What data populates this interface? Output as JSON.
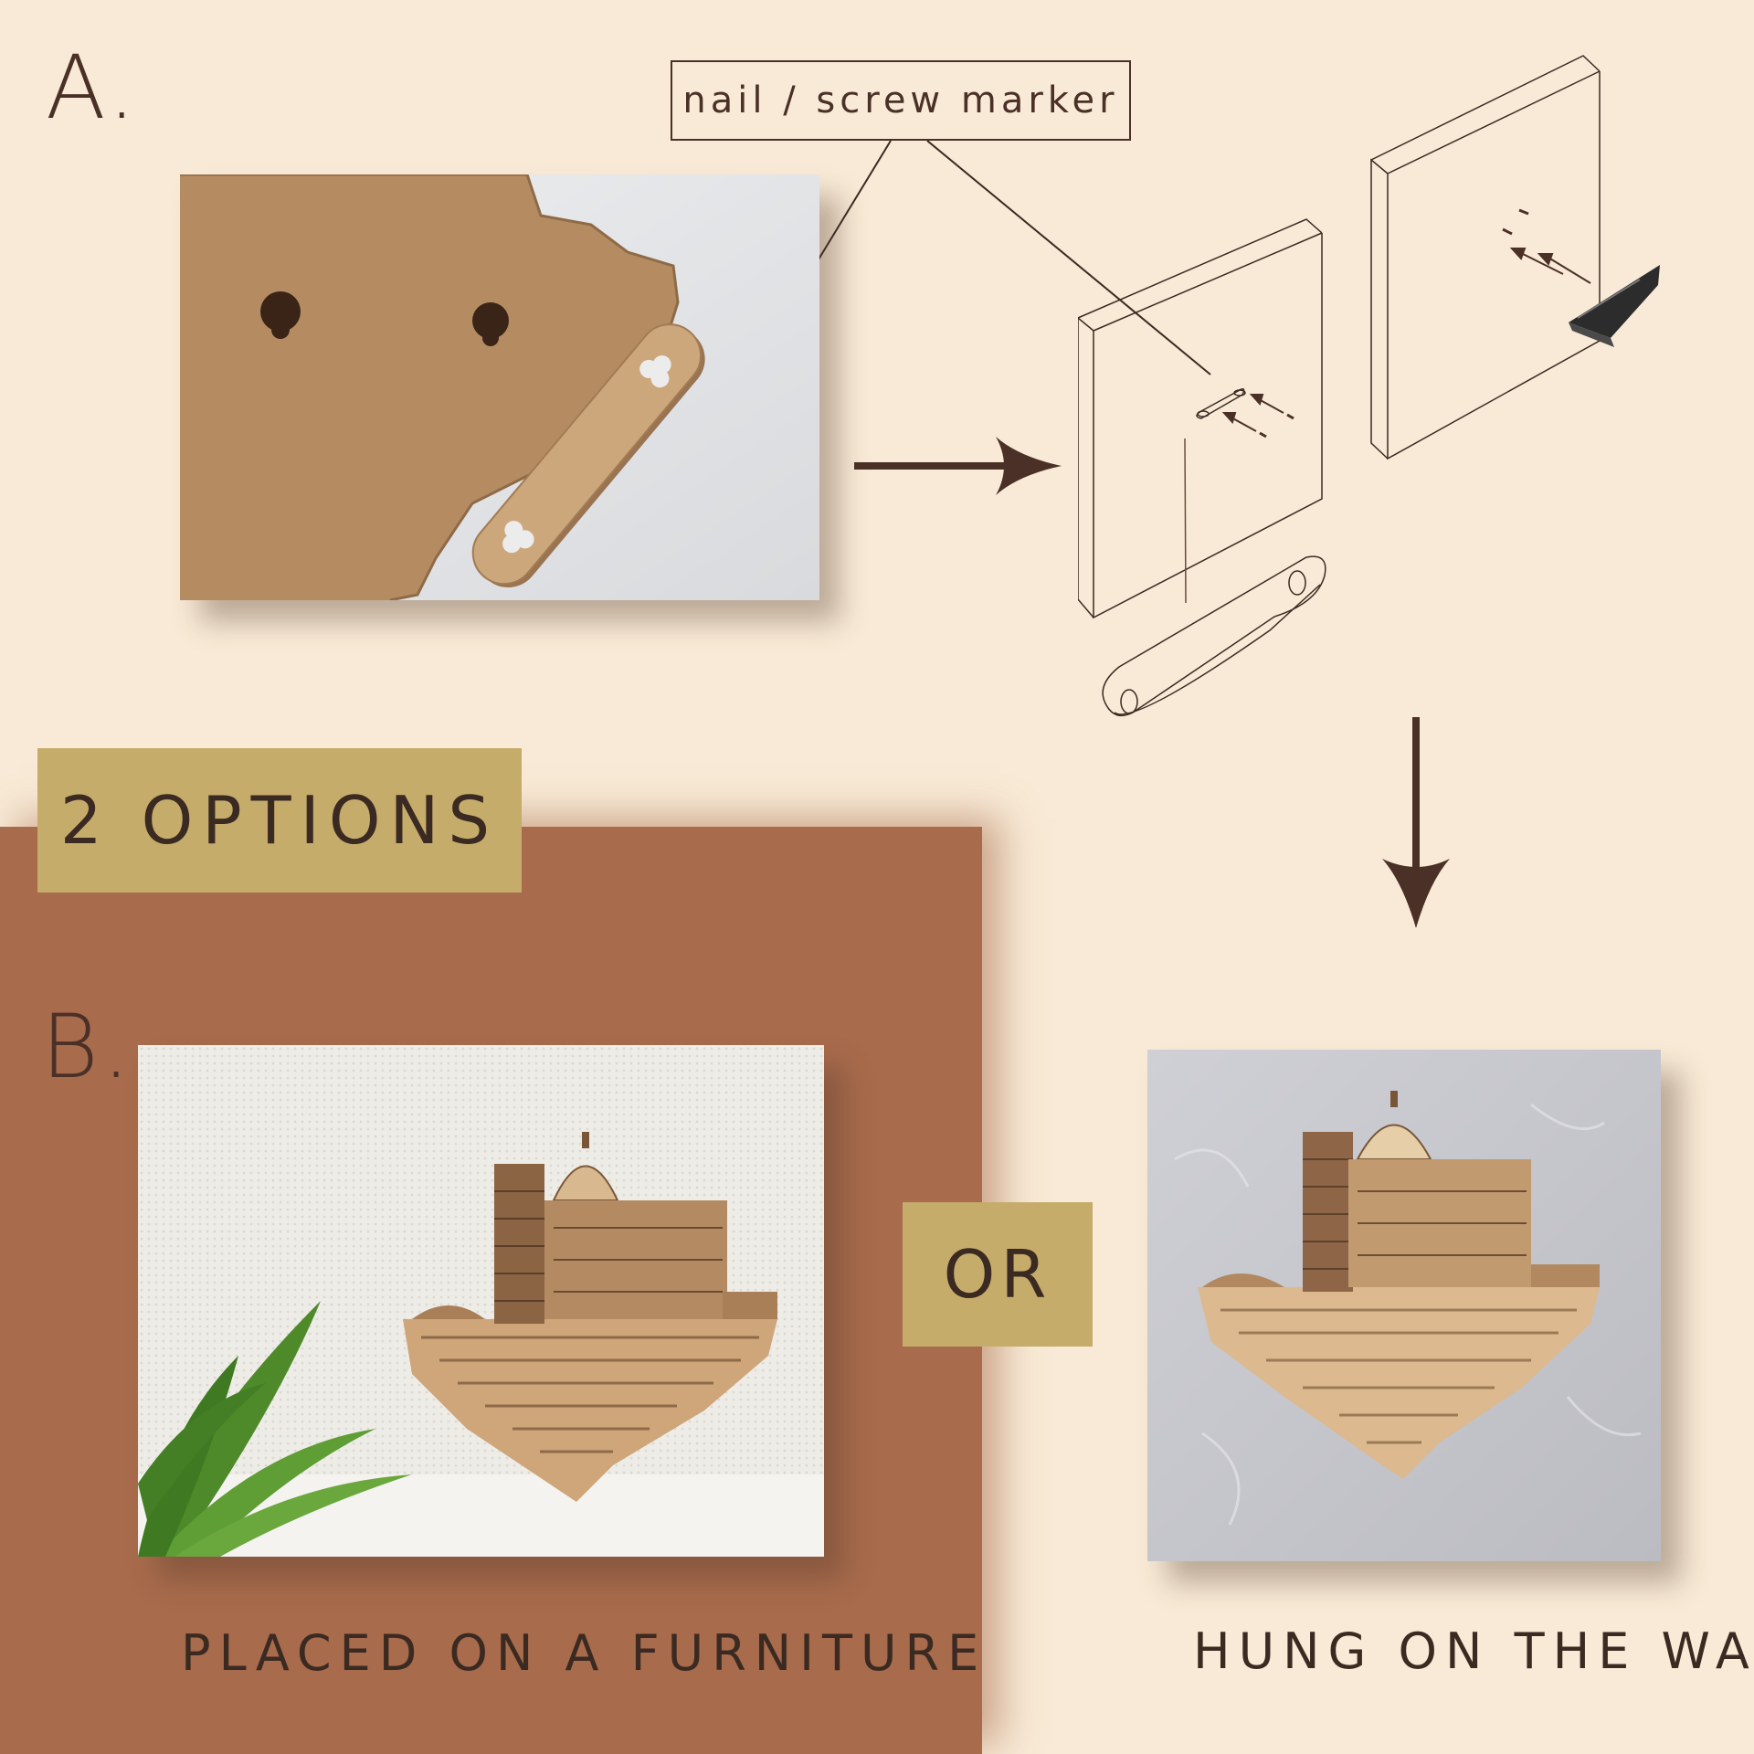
{
  "step_a": {
    "label": "A."
  },
  "step_b": {
    "label": "B."
  },
  "marker_label": "nail / screw marker",
  "options_label": "2 OPTIONS",
  "or_label": "OR",
  "option_furniture": {
    "caption": "PLACED ON A FURNITURE"
  },
  "option_wall": {
    "caption": "HUNG ON THE WALL"
  },
  "colors": {
    "background": "#f8ead6",
    "terracotta": "#a86b4c",
    "gold": "#c5ac6b",
    "dark_brown": "#4a3027",
    "wood": "#c9a27a"
  },
  "icons": [
    "arrow-right-icon",
    "arrow-down-icon",
    "nail-arrow-icon",
    "triangle-hanger-icon"
  ]
}
